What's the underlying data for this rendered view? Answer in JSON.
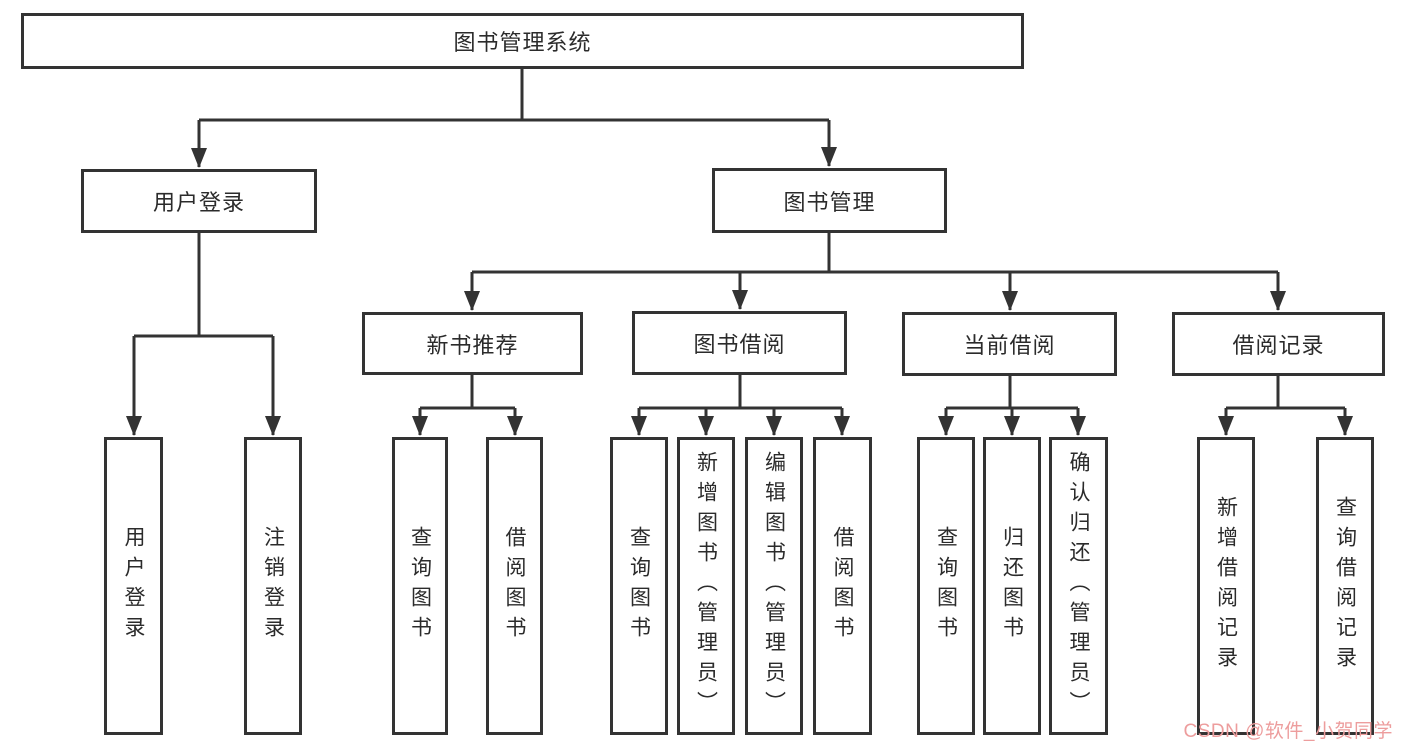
{
  "nodes": {
    "root": "图书管理系统",
    "user_login": "用户登录",
    "book_mgmt": "图书管理",
    "new_book": "新书推荐",
    "book_borrow": "图书借阅",
    "current_borrow": "当前借阅",
    "borrow_record": "借阅记录",
    "leaf_user_login": "用户登录",
    "leaf_logout": "注销登录",
    "leaf_nb_query": "查询图书",
    "leaf_nb_borrow": "借阅图书",
    "leaf_bb_query": "查询图书",
    "leaf_bb_add": "新增图书（管理员）",
    "leaf_bb_edit": "编辑图书（管理员）",
    "leaf_bb_borrow": "借阅图书",
    "leaf_cb_query": "查询图书",
    "leaf_cb_return": "归还图书",
    "leaf_cb_confirm": "确认归还（管理员）",
    "leaf_br_add": "新增借阅记录",
    "leaf_br_query": "查询借阅记录"
  },
  "watermark": "CSDN @软件_小贺同学",
  "colors": {
    "line": "#333333",
    "text": "#2b2b2b",
    "watermark": "#ed9d9d",
    "background": "#ffffff"
  }
}
